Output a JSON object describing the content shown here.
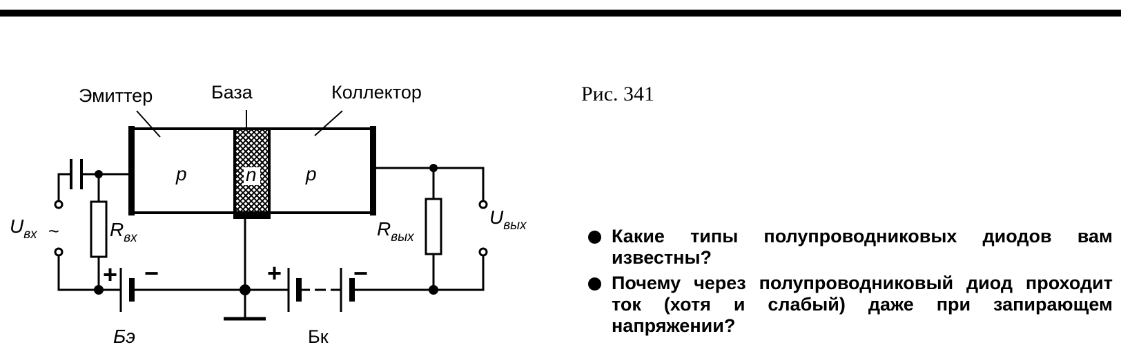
{
  "diagram": {
    "labels": {
      "emitter": "Эмиттер",
      "base": "База",
      "collector": "Коллектор",
      "p_left": "p",
      "n_mid": "n",
      "p_right": "p",
      "u_in_main": "U",
      "u_in_sub": "вх",
      "r_in_main": "R",
      "r_in_sub": "вх",
      "r_out_main": "R",
      "r_out_sub": "вых",
      "u_out_main": "U",
      "u_out_sub": "вых",
      "plus_1": "+",
      "minus_1": "−",
      "plus_2": "+",
      "minus_2": "−",
      "battery_e": "Бэ",
      "battery_k": "Бк",
      "ac_symbol": "~"
    }
  },
  "figure_caption": "Рис. 341",
  "questions": [
    "Какие типы полупроводниковых диодов вам известны?",
    "Почему через полупроводниковый диод проходит ток (хотя и слабый) даже при запирающем напряжении?"
  ]
}
